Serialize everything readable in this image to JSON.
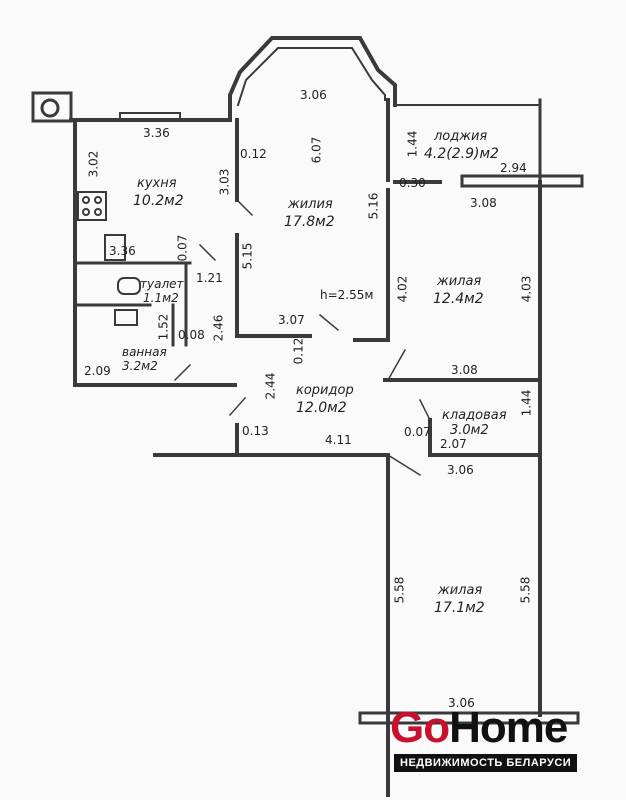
{
  "rooms": {
    "kitchen": {
      "name": "кухня",
      "area": "10.2м2"
    },
    "living1": {
      "name": "жилия",
      "area": "17.8м2"
    },
    "loggia": {
      "name": "лоджия",
      "area": "4.2(2.9)м2"
    },
    "living2": {
      "name": "жилая",
      "area": "12.4м2"
    },
    "toilet": {
      "name": "туалет",
      "area": "1.1м2"
    },
    "bath": {
      "name": "ванная",
      "area": "3.2м2"
    },
    "corridor": {
      "name": "коридор",
      "area": "12.0м2"
    },
    "storage": {
      "name": "кладовая",
      "area": "3.0м2"
    },
    "living3": {
      "name": "жилая",
      "area": "17.1м2"
    }
  },
  "ceiling_height": "h=2.55м",
  "dims": {
    "d306_bay": "3.06",
    "d607": "6.07",
    "d144_loggia": "1.44",
    "d336_top": "3.36",
    "d012": "0.12",
    "d302": "3.02",
    "d303": "3.03",
    "d516": "5.16",
    "d030": "0.30",
    "d294": "2.94",
    "d308_top": "3.08",
    "d336_mid": "3.36",
    "d007_k": "0.07",
    "d515": "5.15",
    "d121": "1.21",
    "d402": "4.02",
    "d403": "4.03",
    "d152": "1.52",
    "d008": "0.08",
    "d246": "2.46",
    "d307": "3.07",
    "d012_b": "0.12",
    "d209": "2.09",
    "d308_mid": "3.08",
    "d244": "2.44",
    "d144_r": "1.44",
    "d013": "0.13",
    "d411": "4.11",
    "d007_s": "0.07",
    "d207": "2.07",
    "d306_mid": "3.06",
    "d558_l": "5.58",
    "d558_r": "5.58",
    "d306_bot": "3.06"
  },
  "logo": {
    "part1": "Go",
    "part2": "Home",
    "tagline": "НЕДВИЖИМОСТЬ БЕЛАРУСИ"
  },
  "colors": {
    "wall": "#3a3a3a",
    "brand_red": "#c8102e",
    "brand_dark": "#111111"
  }
}
